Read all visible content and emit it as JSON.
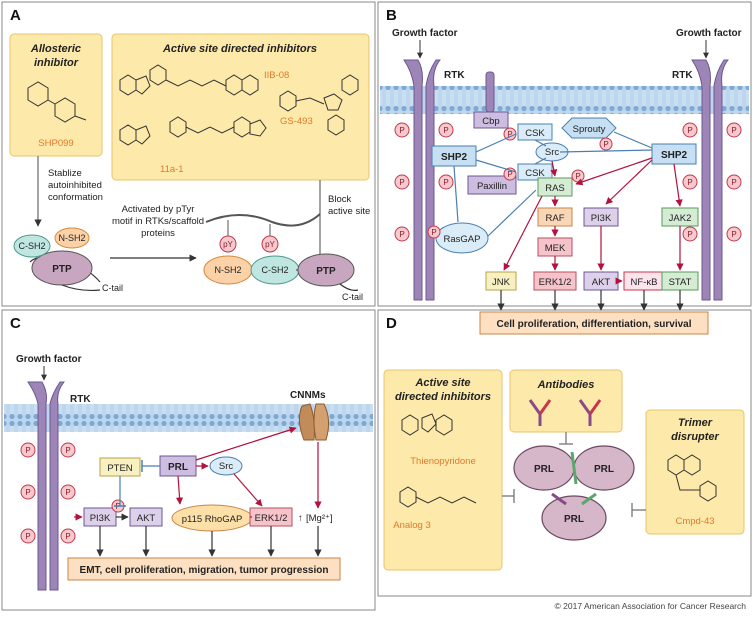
{
  "panelA": {
    "letter": "A",
    "allosteric": {
      "title_line1": "Allosteric",
      "title_line2": "inhibitor",
      "compound": "SHP099"
    },
    "active": {
      "title": "Active site directed inhibitors",
      "compound1": "IIB-08",
      "compound2": "GS-493",
      "compound3": "11a-1"
    },
    "stabilize": [
      "Stablize",
      "autoinhibited",
      "conformation"
    ],
    "block": [
      "Block",
      "active site"
    ],
    "activated": [
      "Activated by pTyr",
      "motif in RTKs/scaffold",
      "proteins"
    ],
    "cSH2": "C-SH2",
    "nSH2": "N-SH2",
    "ptp": "PTP",
    "ctail": "C-tail",
    "py": "pY"
  },
  "panelB": {
    "letter": "B",
    "growth_left": "Growth factor",
    "growth_right": "Growth factor",
    "rtk": "RTK",
    "cbp": "Cbp",
    "csk": "CSK",
    "shp2": "SHP2",
    "paxillin": "Paxillin",
    "src": "Src",
    "sprouty": "Sprouty",
    "ras": "RAS",
    "raf": "RAF",
    "mek": "MEK",
    "pi3k": "PI3K",
    "jak2": "JAK2",
    "rasgap": "RasGAP",
    "jnk": "JNK",
    "erk": "ERK1/2",
    "akt": "AKT",
    "nfkb": "NF-κB",
    "stat": "STAT",
    "outcome": "Cell proliferation, differentiation, survival"
  },
  "panelC": {
    "letter": "C",
    "growth": "Growth factor",
    "rtk": "RTK",
    "cnnms": "CNNMs",
    "pten": "PTEN",
    "prl": "PRL",
    "src": "Src",
    "pi3k": "PI3K",
    "akt": "AKT",
    "rhogap": "p115 RhoGAP",
    "erk": "ERK1/2",
    "mg": "[Mg²⁺]",
    "outcome": "EMT, cell proliferation, migration, tumor progression"
  },
  "panelD": {
    "letter": "D",
    "active": {
      "line1": "Active site",
      "line2": "directed inhibitors",
      "compound1": "Thienopyridone",
      "compound2": "Analog 3"
    },
    "antibodies": "Antibodies",
    "trimer": {
      "line1": "Trimer",
      "line2": "disrupter",
      "compound": "Cmpd-43"
    },
    "prl": "PRL"
  },
  "p_label": "P",
  "copyright": "© 2017 American Association for Cancer Research",
  "colors": {
    "yellow_panel": "#fde9a9",
    "orange_text": "#e07a2e",
    "membrane": "#a9cbe8",
    "receptor": "#9d85b8",
    "p_fill": "#f6c9cf",
    "p_stroke": "#c4384a",
    "arrow_red": "#b3123f",
    "ptp_fill": "#c9a6c0"
  }
}
